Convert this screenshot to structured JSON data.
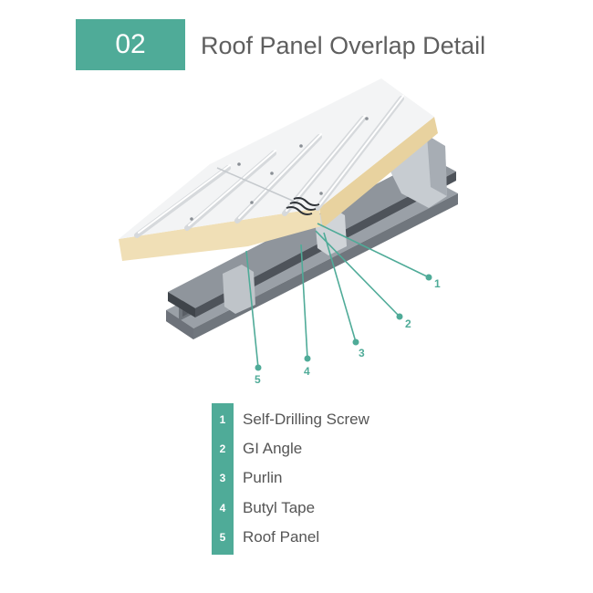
{
  "header": {
    "number": "02",
    "title": "Roof Panel Overlap Detail"
  },
  "colors": {
    "accent": "#4fab98",
    "title_text": "#5f5f5f",
    "legend_text": "#555555",
    "panel_top": "#f3f4f5",
    "panel_core": "#f0dfb6",
    "steel_dark": "#5c6168",
    "steel_light": "#b7bcc2"
  },
  "callouts": [
    "1",
    "2",
    "3",
    "4",
    "5"
  ],
  "legend": {
    "items": [
      {
        "number": "1",
        "label": "Self-Drilling Screw"
      },
      {
        "number": "2",
        "label": "GI Angle"
      },
      {
        "number": "3",
        "label": "Purlin"
      },
      {
        "number": "4",
        "label": "Butyl Tape"
      },
      {
        "number": "5",
        "label": "Roof Panel"
      }
    ]
  }
}
